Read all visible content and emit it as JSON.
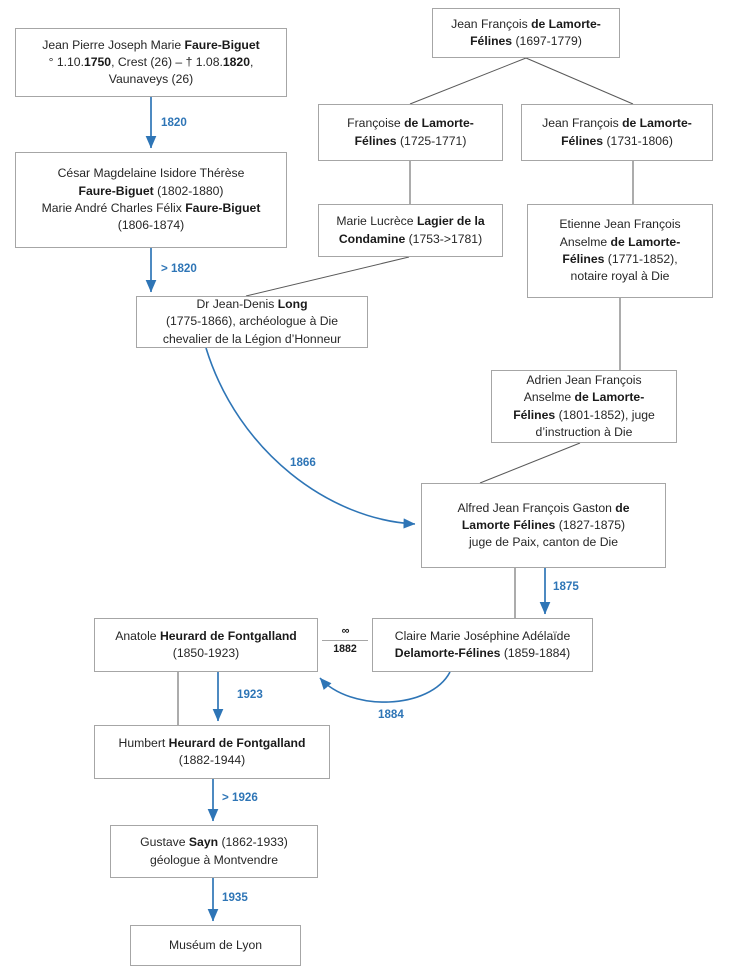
{
  "meta": {
    "title": "Provenance genealogy: Faure-Biguet / de Lamorte-Félines / Heurard de Fontgalland",
    "accent_blue": "#2e75b6",
    "box_border": "#a6a6a6",
    "connector_gray": "#595959",
    "text_color": "#262626",
    "background": "#ffffff"
  },
  "nodes": {
    "faure_biguet_jp": {
      "line1_pre": "Jean Pierre Joseph Marie ",
      "line1_bold": "Faure-Biguet",
      "line2": "° 1.10.",
      "line2_bold1": "1750",
      "line2_mid": ", Crest (26) – † 1.08.",
      "line2_bold2": "1820",
      "line2_end": ",",
      "line3": "Vaunaveys (26)"
    },
    "cesar": {
      "line1": "César Magdelaine Isidore Thérèse",
      "line2_bold": "Faure-Biguet",
      "line2_rest": " (1802-1880)",
      "line3_pre": "Marie André Charles Félix ",
      "line3_bold": "Faure-Biguet",
      "line4": "(1806-1874)"
    },
    "jf_lamorte_1697": {
      "line1_pre": "Jean François ",
      "line1_bold": "de Lamorte-",
      "line2_bold": "Félines",
      "line2_rest": " (1697-1779)"
    },
    "francoise": {
      "line1_pre": "Françoise ",
      "line1_bold": "de Lamorte-",
      "line2_bold": "Félines",
      "line2_rest": " (1725-1771)"
    },
    "jf_lamorte_1731": {
      "line1_pre": "Jean François ",
      "line1_bold": "de Lamorte-",
      "line2_bold": "Félines",
      "line2_rest": " (1731-1806)"
    },
    "marie_lucrece": {
      "line1_pre": "Marie Lucrèce ",
      "line1_bold": "Lagier de la",
      "line2_bold": "Condamine",
      "line2_rest": " (1753->1781)"
    },
    "etienne": {
      "line1": "Etienne Jean François",
      "line2_pre": "Anselme ",
      "line2_bold": "de Lamorte-",
      "line3_bold": "Félines",
      "line3_rest": " (1771-1852),",
      "line4": "notaire royal à Die"
    },
    "long": {
      "line1_pre": "Dr Jean-Denis ",
      "line1_bold": "Long",
      "line2": "(1775-1866), archéologue à Die",
      "line3": "chevalier de la Légion d’Honneur"
    },
    "adrien": {
      "line1": "Adrien Jean François",
      "line2_pre": "Anselme ",
      "line2_bold": "de Lamorte-",
      "line3_bold": "Félines",
      "line3_rest": " (1801-1852), juge",
      "line4": "d’instruction à Die"
    },
    "alfred": {
      "line1_pre": "Alfred Jean François Gaston ",
      "line1_bold": "de",
      "line2_bold": "Lamorte Félines",
      "line2_rest": " (1827-1875)",
      "line3": "juge de Paix, canton de Die"
    },
    "anatole": {
      "line1_pre": "Anatole ",
      "line1_bold": "Heurard de Fontgalland",
      "line2": "(1850-1923)"
    },
    "claire": {
      "line1": "Claire Marie Joséphine Adélaïde",
      "line2_bold": "Delamorte-Félines",
      "line2_rest": " (1859-1884)"
    },
    "humbert": {
      "line1_pre": "Humbert ",
      "line1_bold": "Heurard de Fontgalland",
      "line2": "(1882-1944)"
    },
    "gustave": {
      "line1_pre": "Gustave ",
      "line1_bold": "Sayn",
      "line1_rest": " (1862-1933)",
      "line2": "géologue à Montvendre"
    },
    "museum": {
      "line1": "Muséum de Lyon"
    }
  },
  "edge_labels": {
    "faure_to_cesar": "1820",
    "cesar_to_long": "> 1820",
    "long_to_alfred": "1866",
    "alfred_to_claire": "1875",
    "anatole_to_humbert": "1923",
    "claire_to_anatole": "1884",
    "humbert_to_gustave": "> 1926",
    "gustave_to_museum": "1935"
  },
  "marriage": {
    "symbol": "∞",
    "year": "1882"
  }
}
